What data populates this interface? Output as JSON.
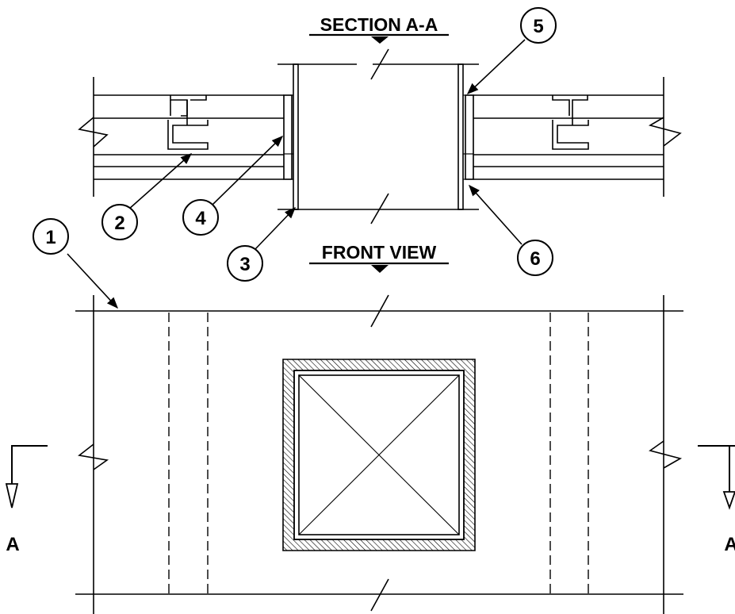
{
  "section_title": "SECTION A-A",
  "front_title": "FRONT VIEW",
  "callouts": [
    {
      "id": "1",
      "label": "1"
    },
    {
      "id": "2",
      "label": "2"
    },
    {
      "id": "3",
      "label": "3"
    },
    {
      "id": "4",
      "label": "4"
    },
    {
      "id": "5",
      "label": "5"
    },
    {
      "id": "6",
      "label": "6"
    }
  ],
  "section_marker_left": "A",
  "section_marker_right": "A"
}
